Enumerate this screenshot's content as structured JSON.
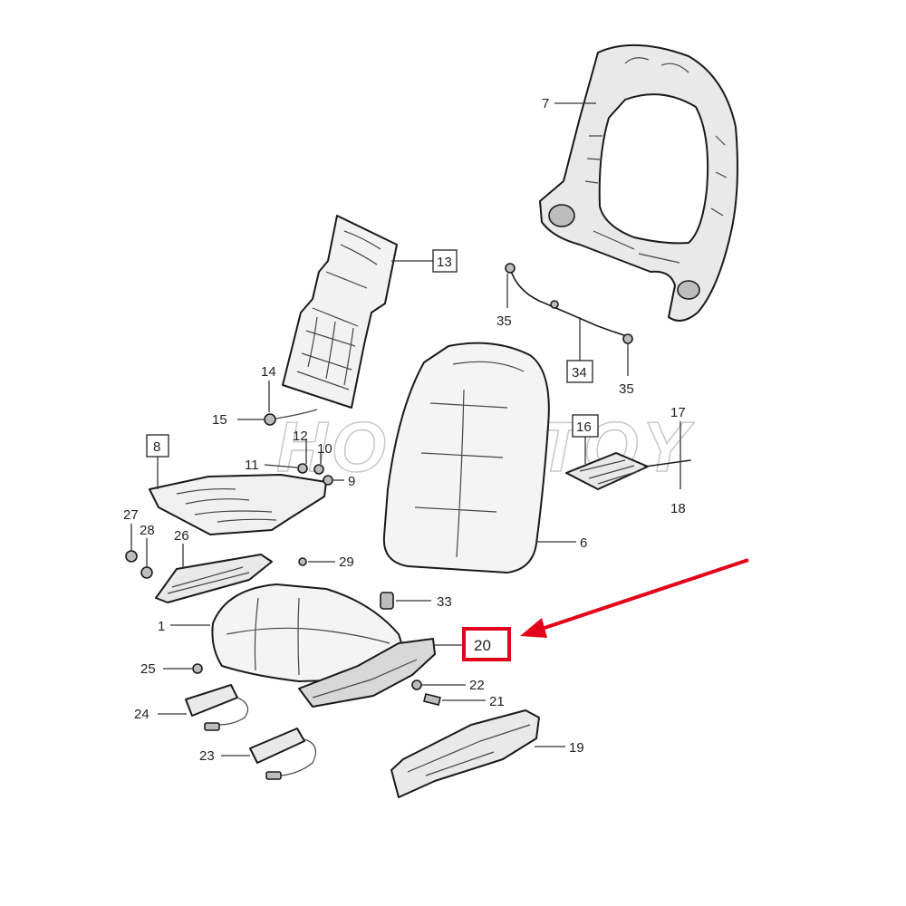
{
  "watermark": "HOLDZTOY",
  "colors": {
    "highlight": "#e3001b",
    "line": "#1a1a1a",
    "part_fill": "#e9e9e9"
  },
  "callouts": {
    "c1": "1",
    "c6": "6",
    "c7": "7",
    "c8": "8",
    "c9": "9",
    "c10": "10",
    "c11": "11",
    "c12": "12",
    "c13": "13",
    "c14": "14",
    "c15": "15",
    "c16": "16",
    "c17": "17",
    "c18": "18",
    "c19": "19",
    "c20": "20",
    "c21": "21",
    "c22": "22",
    "c23": "23",
    "c24": "24",
    "c25": "25",
    "c26": "26",
    "c27": "27",
    "c28": "28",
    "c29": "29",
    "c33": "33",
    "c34": "34",
    "c35a": "35",
    "c35b": "35"
  },
  "highlighted_part": "20"
}
